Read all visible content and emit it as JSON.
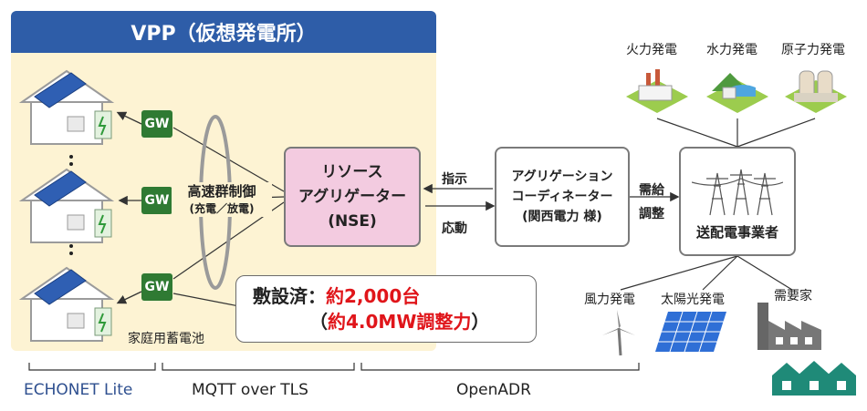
{
  "vpp_title": "VPP（仮想発電所）",
  "gateway_label": "GW",
  "control": {
    "line1": "高速群制御",
    "line2": "(充電／放電)"
  },
  "battery_label": "家庭用蓄電池",
  "nse": {
    "line1": "リソース",
    "line2": "アグリゲーター",
    "line3": "(NSE)"
  },
  "arrows": {
    "instruct": "指示",
    "respond": "応動"
  },
  "kepco": {
    "line1": "アグリゲーション",
    "line2": "コーディネーター",
    "line3": "(関西電力 様)"
  },
  "supply_demand": {
    "line1": "需給",
    "line2": "調整"
  },
  "tso": {
    "label": "送配電事業者"
  },
  "plants": {
    "thermal": "火力発電",
    "hydro": "水力発電",
    "nuclear": "原子力発電"
  },
  "der": {
    "wind": "風力発電",
    "solar": "太陽光発電",
    "consumer": "需要家"
  },
  "installed": {
    "prefix": "敷設済：",
    "count": "約2,000台",
    "capacity_open": "（",
    "capacity": "約4.0MW調整力",
    "capacity_close": "）"
  },
  "protocols": {
    "echonet": "ECHONET Lite",
    "mqtt": "MQTT over TLS",
    "openadr": "OpenADR"
  },
  "colors": {
    "header": "#2e5da8",
    "vpp_bg": "#fdf3d3",
    "gw": "#2f7a33",
    "nse_bg": "#f3cbe0",
    "highlight": "#e0151a",
    "echonet_text": "#2e4f8f"
  }
}
